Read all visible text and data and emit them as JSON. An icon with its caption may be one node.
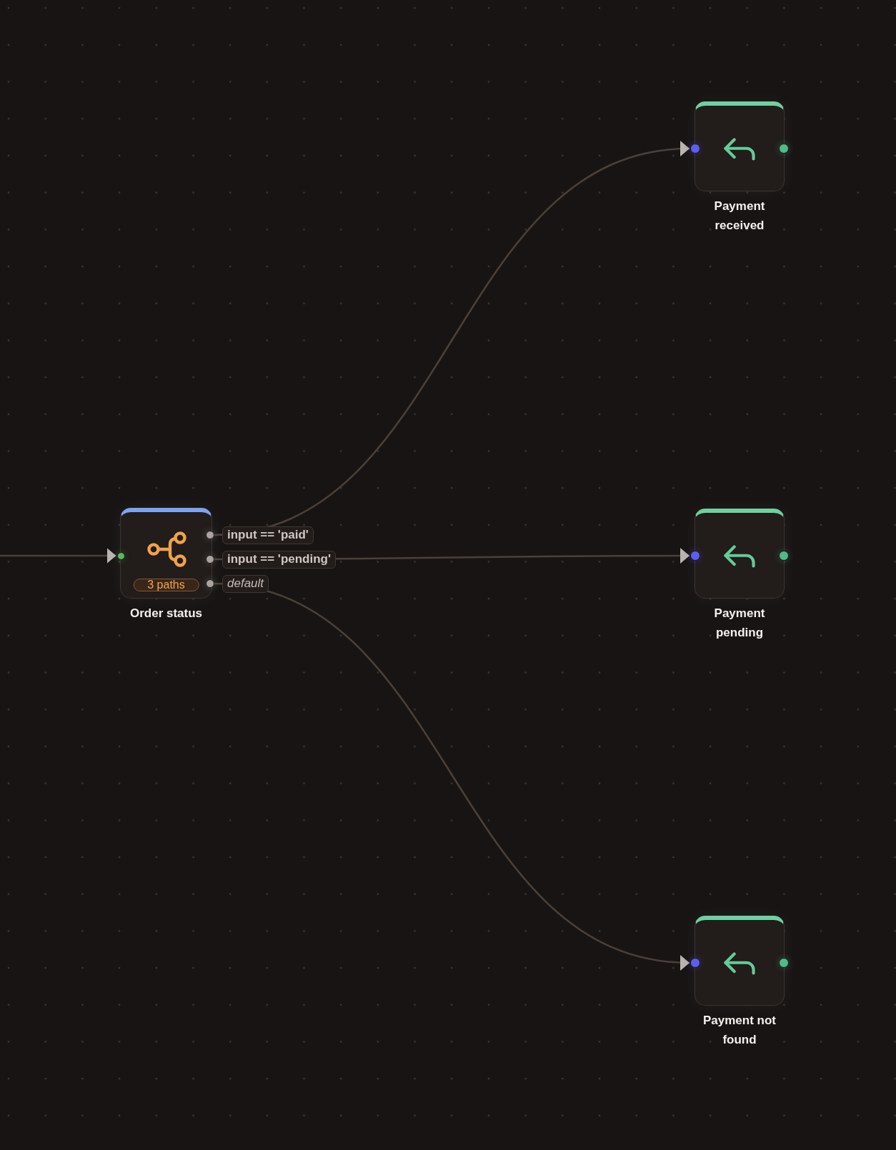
{
  "diagram": {
    "nodes": [
      {
        "text": [
          "3 paths",
          "Order status"
        ]
      },
      {
        "text": [
          "Payment received"
        ]
      },
      {
        "text": [
          "Payment pending"
        ]
      },
      {
        "text": [
          "Payment not found"
        ]
      }
    ],
    "edges": [
      {
        "from": null,
        "to": 0,
        "arrow": "to"
      },
      {
        "from": 0,
        "to": 1,
        "arrow": "to",
        "label": "input == 'paid'"
      },
      {
        "from": 0,
        "to": 2,
        "arrow": "to",
        "label": "input == 'pending'"
      },
      {
        "from": 0,
        "to": 3,
        "arrow": "to",
        "label": "default"
      }
    ]
  }
}
